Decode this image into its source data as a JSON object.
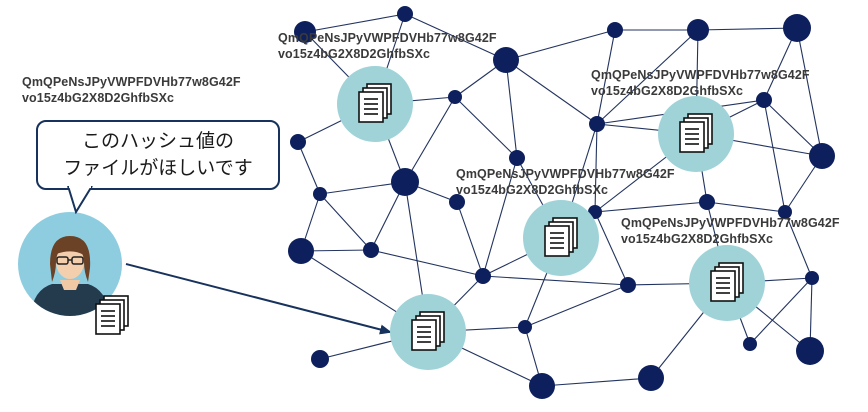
{
  "request_bubble": {
    "line1": "このハッシュ値の",
    "line2": "ファイルがほしいです"
  },
  "hash_labels": [
    {
      "line1": "QmQPeNsJPyVWPFDVHb77w8G42F",
      "line2": "vo15z4bG2X8D2GhfbSXc"
    },
    {
      "line1": "QmQPeNsJPyVWPFDVHb77w8G42F",
      "line2": "vo15z4bG2X8D2GhfbSXc"
    },
    {
      "line1": "QmQPeNsJPyVWPFDVHb77w8G42F",
      "line2": "vo15z4bG2X8D2GhfbSXc"
    },
    {
      "line1": "QmQPeNsJPyVWPFDVHb77w8G42F",
      "line2": "vo15z4bG2X8D2GhfbSXc"
    },
    {
      "line1": "QmQPeNsJPyVWPFDVHb77w8G42F",
      "line2": "vo15z4bG2X8D2GhfbSXc"
    }
  ],
  "colors": {
    "node": "#0d1f5c",
    "edge": "#22335f",
    "file_node": "#9fd3d8",
    "user_circle": "#8ecde0",
    "arrow": "#17325c",
    "document": "#111111"
  },
  "icons": [
    "user-avatar-icon",
    "document-stack-icon",
    "arrow-right-icon"
  ]
}
